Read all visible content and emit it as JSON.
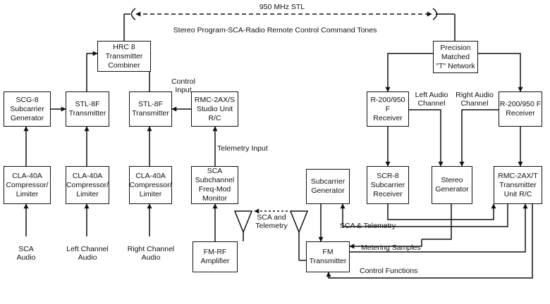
{
  "stl_link": {
    "frequency": "950 MHz STL",
    "content": "Stereo Program-SCA-Radio Remote Control Command Tones"
  },
  "blocks": {
    "hrc8": "HRC 8\nTransmitter\nCombiner",
    "scg8": "SCG-8\nSubcarrier\nGenerator",
    "stl8f_left": "STL-8F\nTransmitter",
    "stl8f_right": "STL-8F\nTransmitter",
    "rmc2axs": "RMC-2AX/S\nStudio Unit\nR/C",
    "cla40a_1": "CLA-40A\nCompressor/\nLimiter",
    "cla40a_2": "CLA-40A\nCompressor/\nLimiter",
    "cla40a_3": "CLA-40A\nCompressor/\nLimiter",
    "sca_monitor": "SCA\nSubchannel\nFreq-Mod\nMonitor",
    "fm_rf_amp": "FM-RF\nAmplifier",
    "precision_t": "Precision\nMatched\n\"T\" Network",
    "r200_left": "R-200/950 F\nReceiver",
    "r200_right": "R-200/950 F\nReceiver",
    "scr8": "SCR-8\nSubcarrier\nReceiver",
    "stereo_gen": "Stereo\nGenerator",
    "rmc2axt": "RMC-2AX/T\nTransmitter\nUnit R/C",
    "subcarrier_gen": "Subcarrier\nGenerator",
    "fm_transmitter": "FM\nTransmitter"
  },
  "labels": {
    "control_input": "Control\nInput",
    "telemetry_input": "Telemetry Input",
    "sca_and_telemetry": "SCA and\nTelemetry",
    "left_audio_channel": "Left Audio\nChannel",
    "right_audio_channel": "Right Audio\nChannel",
    "sca_telemetry": "SCA & Telemetry",
    "metering_samples": "Metering Samples",
    "control_functions": "Control Functions",
    "sca_audio": "SCA\nAudio",
    "left_channel_audio": "Left Channel\nAudio",
    "right_channel_audio": "Right Channel\nAudio"
  }
}
